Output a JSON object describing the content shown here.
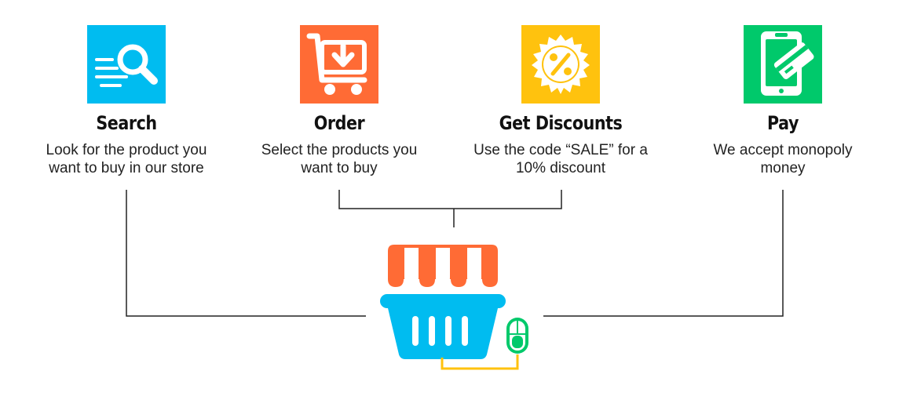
{
  "colors": {
    "search": "#00BCF0",
    "order": "#FF6B35",
    "discounts": "#FFC20E",
    "pay": "#00C96B",
    "line": "#222222",
    "cable": "#FFC20E"
  },
  "steps": [
    {
      "id": "search",
      "icon": "magnifier-icon",
      "title": "Search",
      "description_line1": "Look for the product you",
      "description_line2": "want to buy in our store"
    },
    {
      "id": "order",
      "icon": "cart-download-icon",
      "title": "Order",
      "description_line1": "Select the products you",
      "description_line2": "want to buy"
    },
    {
      "id": "discounts",
      "icon": "percent-badge-icon",
      "title": "Get Discounts",
      "description_line1": "Use the code “SALE” for a",
      "description_line2": "10% discount"
    },
    {
      "id": "pay",
      "icon": "phone-card-icon",
      "title": "Pay",
      "description_line1": "We accept monopoly",
      "description_line2": "money"
    }
  ],
  "center": {
    "icon": "shop-basket-icon",
    "mouse_icon": "mouse-icon"
  }
}
